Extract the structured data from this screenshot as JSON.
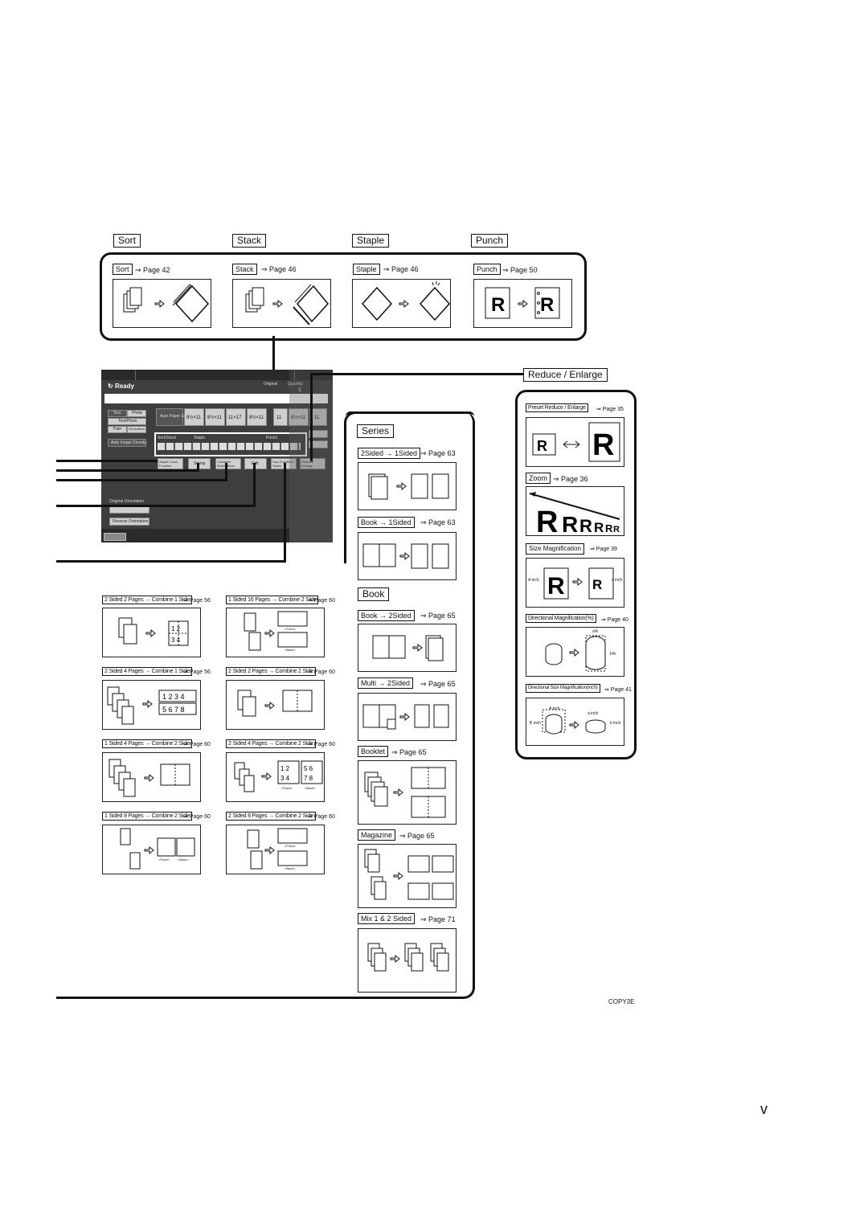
{
  "tabs": {
    "sort": "Sort",
    "stack": "Stack",
    "staple": "Staple",
    "punch": "Punch",
    "reduce_enlarge": "Reduce / Enlarge",
    "series": "Series",
    "book": "Book"
  },
  "finishing": [
    {
      "label": "Sort",
      "ref": "⇒ Page 42"
    },
    {
      "label": "Stack",
      "ref": "⇒ Page 46"
    },
    {
      "label": "Staple",
      "ref": "⇒ Page 46"
    },
    {
      "label": "Punch",
      "ref": "⇒ Page 50"
    }
  ],
  "panel": {
    "status": "Ready",
    "original_label": "Original",
    "quantity_label": "Quantity",
    "quantity_value": "1",
    "modes": [
      "Text",
      "Photo",
      "Text/Photo",
      "Pale",
      "Generation"
    ],
    "auto_image_density": "Auto Image Density",
    "auto_paper_select": "Auto Paper Select",
    "trays": [
      "8½×11",
      "8½×11",
      "11×17",
      "8½×11",
      "11",
      "8½×11",
      "11"
    ],
    "row_labels": [
      "Sort/Stack",
      "Staple",
      "Punch"
    ],
    "functions": [
      "Adjust/ Color Function",
      "Stamp",
      "Combine/ Series/Book",
      "Edit",
      "Dup./Combine/ Series",
      "Reduce/ Enlarge"
    ],
    "orientation": "Original Orientation",
    "reverse": "Reverse Orientation"
  },
  "reduce": [
    {
      "label": "Preset Reduce / Enlarge",
      "ref": "⇒ Page 35"
    },
    {
      "label": "Zoom",
      "ref": "⇒ Page 36"
    },
    {
      "label": "Size Magnification",
      "ref": "⇒ Page 39"
    },
    {
      "label": "Directional Magnification(%)",
      "ref": "⇒ Page 40"
    },
    {
      "label": "Directional Size Magnification(inch)",
      "ref": "⇒ Page 41"
    }
  ],
  "reduce_misc": {
    "a_inch": "A inch",
    "a_inch2": "a inch",
    "a_pct": "a%",
    "b_pct": "b%",
    "B_inch": "B inch",
    "b_inch": "b inch"
  },
  "series": [
    {
      "label": "2Sided → 1Sided",
      "ref": "⇒ Page 63"
    },
    {
      "label": "Book → 1Sided",
      "ref": "⇒ Page 63"
    }
  ],
  "book": [
    {
      "label": "Book → 2Sided",
      "ref": "⇒ Page 65"
    },
    {
      "label": "Multi → 2Sided",
      "ref": "⇒ Page 65"
    },
    {
      "label": "Booklet",
      "ref": "⇒ Page 65"
    },
    {
      "label": "Magazine",
      "ref": "⇒ Page 65"
    },
    {
      "label": "Mix 1 & 2 Sided",
      "ref": "⇒ Page 71"
    }
  ],
  "combine": [
    {
      "label": "2 Sided 2 Pages → Combine 1 Side",
      "ref": "⇒ Page 56"
    },
    {
      "label": "1 Sided 16 Pages → Combine 2 Side",
      "ref": "⇒ Page 60"
    },
    {
      "label": "2 Sided 4 Pages → Combine 1 Side",
      "ref": "⇒ Page 56"
    },
    {
      "label": "2 Sided 2 Pages → Combine 2 Side",
      "ref": "⇒ Page 60"
    },
    {
      "label": "1 Sided 4 Pages → Combine 2 Side",
      "ref": "⇒ Page 60"
    },
    {
      "label": "2 Sided 4 Pages → Combine 2 Side",
      "ref": "⇒ Page 60"
    },
    {
      "label": "1 Sided 8 Pages → Combine 2 Side",
      "ref": "⇒ Page 60"
    },
    {
      "label": "2 Sided 8 Pages → Combine 2 Side",
      "ref": "⇒ Page 60"
    }
  ],
  "small_text": {
    "front": "<Front>",
    "back": "<Back>"
  },
  "caption": "COPY3E",
  "page_number": "v"
}
